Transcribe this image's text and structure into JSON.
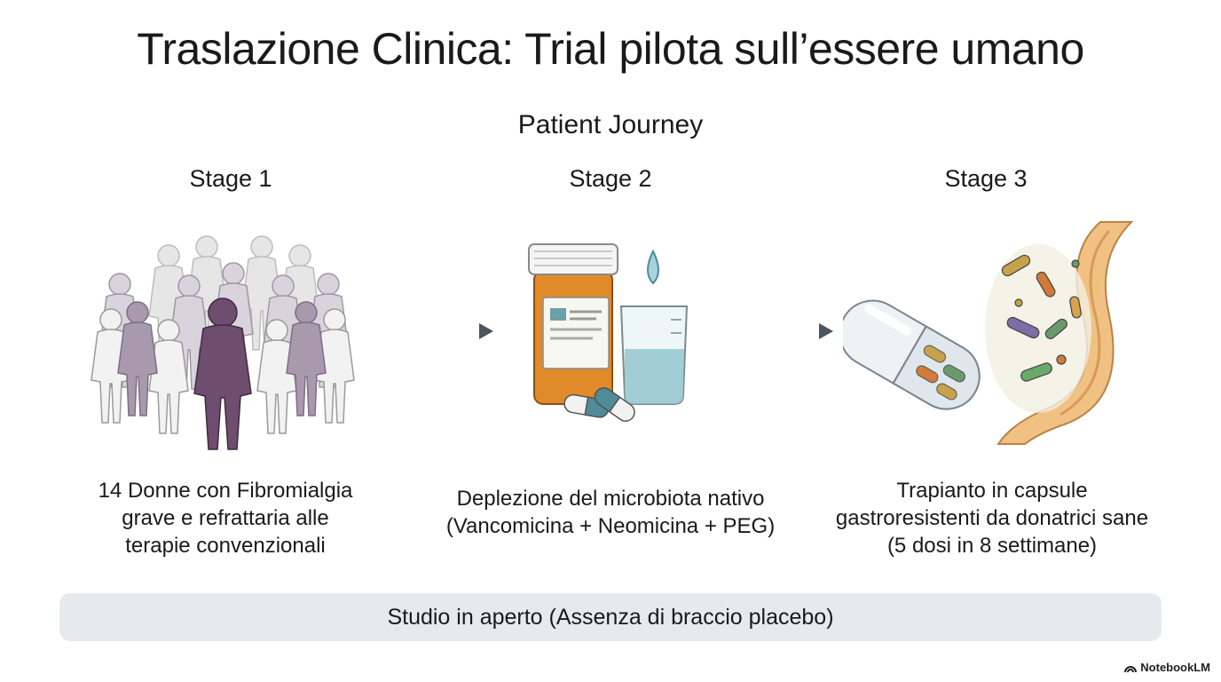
{
  "title": "Traslazione Clinica: Trial pilota sull’essere umano",
  "subtitle": "Patient Journey",
  "stages": [
    {
      "label": "Stage 1",
      "illustration": "group-of-women-icon",
      "description": [
        "14 Donne con Fibromialgia",
        "grave e refrattaria alle",
        "terapie convenzionali"
      ]
    },
    {
      "label": "Stage 2",
      "illustration": "antibiotics-bottle-beaker-icon",
      "description": [
        "Deplezione del microbiota nativo",
        "(Vancomicina + Neomicina + PEG)"
      ]
    },
    {
      "label": "Stage 3",
      "illustration": "capsule-bacteria-intestine-icon",
      "description": [
        "Trapianto in capsule",
        "gastroresistenti da donatrici sane",
        "(5 dosi in 8 settimane)"
      ]
    }
  ],
  "banner": "Studio in aperto (Assenza di braccio placebo)",
  "brand": "NotebookLM",
  "colors": {
    "arrow": "#4a5560",
    "banner_bg": "#e7eaed",
    "highlight_person": "#6e4d6e"
  }
}
